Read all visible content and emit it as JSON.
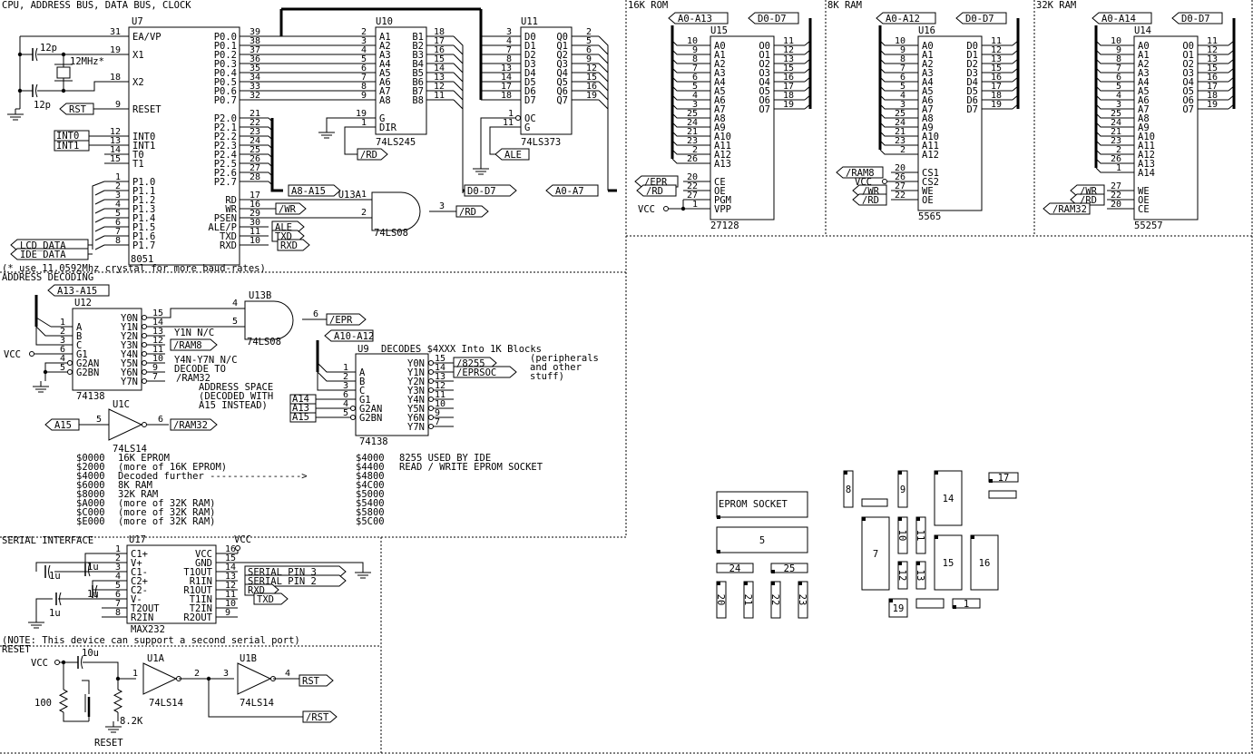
{
  "sections": {
    "cpu": "CPU, ADDRESS BUS, DATA BUS, CLOCK",
    "rom16": "16K ROM",
    "ram8": "8K RAM",
    "ram32": "32K RAM",
    "addr": "ADDRESS DECODING",
    "serial": "SERIAL INTERFACE",
    "reset": "RESET"
  },
  "u7": {
    "ref": "U7",
    "part": "8051",
    "left_pins": [
      {
        "num": "31",
        "name": "EA/VP"
      },
      {
        "num": "19",
        "name": "X1"
      },
      {
        "num": "18",
        "name": "X2"
      },
      {
        "num": "9",
        "name": "RESET"
      },
      {
        "num": "12",
        "name": "INT0"
      },
      {
        "num": "13",
        "name": "INT1"
      },
      {
        "num": "14",
        "name": "T0"
      },
      {
        "num": "15",
        "name": "T1"
      },
      {
        "num": "1",
        "name": "P1.0"
      },
      {
        "num": "2",
        "name": "P1.1"
      },
      {
        "num": "3",
        "name": "P1.2"
      },
      {
        "num": "4",
        "name": "P1.3"
      },
      {
        "num": "5",
        "name": "P1.4"
      },
      {
        "num": "6",
        "name": "P1.5"
      },
      {
        "num": "7",
        "name": "P1.6"
      },
      {
        "num": "8",
        "name": "P1.7"
      }
    ],
    "right_pins": [
      {
        "num": "39",
        "name": "P0.0"
      },
      {
        "num": "38",
        "name": "P0.1"
      },
      {
        "num": "37",
        "name": "P0.2"
      },
      {
        "num": "36",
        "name": "P0.3"
      },
      {
        "num": "35",
        "name": "P0.4"
      },
      {
        "num": "34",
        "name": "P0.5"
      },
      {
        "num": "33",
        "name": "P0.6"
      },
      {
        "num": "32",
        "name": "P0.7"
      },
      {
        "num": "21",
        "name": "P2.0"
      },
      {
        "num": "22",
        "name": "P2.1"
      },
      {
        "num": "23",
        "name": "P2.2"
      },
      {
        "num": "24",
        "name": "P2.3"
      },
      {
        "num": "25",
        "name": "P2.4"
      },
      {
        "num": "26",
        "name": "P2.5"
      },
      {
        "num": "27",
        "name": "P2.6"
      },
      {
        "num": "28",
        "name": "P2.7"
      },
      {
        "num": "17",
        "name": "RD"
      },
      {
        "num": "16",
        "name": "WR"
      },
      {
        "num": "29",
        "name": "PSEN"
      },
      {
        "num": "30",
        "name": "ALE/P"
      },
      {
        "num": "11",
        "name": "TXD"
      },
      {
        "num": "10",
        "name": "RXD"
      }
    ]
  },
  "crystal": {
    "label": "12MHz*",
    "cap1": "12p",
    "cap2": "12p",
    "note": "(* use 11.0592Mhz crystal for more baud-rates)"
  },
  "u10": {
    "ref": "U10",
    "part": "74LS245",
    "a_nums": [
      "2",
      "3",
      "4",
      "5",
      "6",
      "7",
      "8",
      "9"
    ],
    "a_names": [
      "A1",
      "A2",
      "A3",
      "A4",
      "A5",
      "A6",
      "A7",
      "A8"
    ],
    "b_names": [
      "B1",
      "B2",
      "B3",
      "B4",
      "B5",
      "B6",
      "B7",
      "B8"
    ],
    "b_nums": [
      "18",
      "17",
      "16",
      "15",
      "14",
      "13",
      "12",
      "11"
    ],
    "g": {
      "num": "19",
      "name": "G"
    },
    "dir": {
      "num": "1",
      "name": "DIR"
    }
  },
  "u11": {
    "ref": "U11",
    "part": "74LS373",
    "d_nums": [
      "3",
      "4",
      "7",
      "8",
      "13",
      "14",
      "17",
      "18"
    ],
    "d_names": [
      "D0",
      "D1",
      "D2",
      "D3",
      "D4",
      "D5",
      "D6",
      "D7"
    ],
    "q_names": [
      "Q0",
      "Q1",
      "Q2",
      "Q3",
      "Q4",
      "Q5",
      "Q6",
      "Q7"
    ],
    "q_nums": [
      "2",
      "5",
      "6",
      "9",
      "12",
      "15",
      "16",
      "19"
    ],
    "oc": {
      "num": "1",
      "name": "OC"
    },
    "g": {
      "num": "11",
      "name": "G"
    }
  },
  "u13a": {
    "ref": "U13A",
    "part": "74LS08",
    "in1": "1",
    "in2": "2",
    "out": "3"
  },
  "u13b": {
    "ref": "U13B",
    "part": "74LS08",
    "in1": "4",
    "in2": "5",
    "out": "6"
  },
  "u1c": {
    "ref": "U1C",
    "part": "74LS14",
    "in": "5",
    "out": "6"
  },
  "u1a": {
    "ref": "U1A",
    "part": "74LS14",
    "in": "1",
    "out": "2"
  },
  "u1b": {
    "ref": "U1B",
    "part": "74LS14",
    "in": "3",
    "out": "4"
  },
  "labels": {
    "rst": "RST",
    "nrst": "/RST",
    "int0": "INT0",
    "int1": "INT1",
    "lcd": "LCD_DATA",
    "ide": "IDE_DATA",
    "a8a15": "A8-A15",
    "d0d7": "D0-D7",
    "a0a7": "A0-A7",
    "rd": "/RD",
    "wr": "/WR",
    "ale": "ALE",
    "txd": "TXD",
    "rxd": "RXD",
    "a0a13": "A0-A13",
    "a0a12": "A0-A12",
    "a0a14": "A0-A14",
    "epr": "/EPR",
    "ram8": "/RAM8",
    "ram32": "/RAM32",
    "vcc": "VCC",
    "a13a15": "A13-A15",
    "a10a12": "A10-A12",
    "a15": "A15",
    "a14": "A14",
    "a13": "A13",
    "s8255": "/8255",
    "eprsoc": "/EPRSOC",
    "serial3": "SERIAL PIN 3",
    "serial2": "SERIAL PIN 2"
  },
  "u15": {
    "ref": "U15",
    "part": "27128",
    "a_nums": [
      "10",
      "9",
      "8",
      "7",
      "6",
      "5",
      "4",
      "3",
      "25",
      "24",
      "21",
      "23",
      "2",
      "26"
    ],
    "a_names": [
      "A0",
      "A1",
      "A2",
      "A3",
      "A4",
      "A5",
      "A6",
      "A7",
      "A8",
      "A9",
      "A10",
      "A11",
      "A12",
      "A13"
    ],
    "o_names": [
      "O0",
      "O1",
      "O2",
      "O3",
      "O4",
      "O5",
      "O6",
      "O7"
    ],
    "o_nums": [
      "11",
      "12",
      "13",
      "15",
      "16",
      "17",
      "18",
      "19"
    ],
    "ctrl_nums": [
      "20",
      "22",
      "27",
      "1"
    ],
    "ctrl_names": [
      "CE",
      "OE",
      "PGM",
      "VPP"
    ]
  },
  "u16": {
    "ref": "U16",
    "part": "5565",
    "a_nums": [
      "10",
      "9",
      "8",
      "7",
      "6",
      "5",
      "4",
      "3",
      "25",
      "24",
      "21",
      "23",
      "2"
    ],
    "a_names": [
      "A0",
      "A1",
      "A2",
      "A3",
      "A4",
      "A5",
      "A6",
      "A7",
      "A8",
      "A9",
      "A10",
      "A11",
      "A12"
    ],
    "o_names": [
      "D0",
      "D1",
      "D2",
      "D3",
      "D4",
      "D5",
      "D6",
      "D7"
    ],
    "o_nums": [
      "11",
      "12",
      "13",
      "15",
      "16",
      "17",
      "18",
      "19"
    ],
    "ctrl_nums": [
      "20",
      "26",
      "27",
      "22"
    ],
    "ctrl_names": [
      "CS1",
      "CS2",
      "WE",
      "OE"
    ]
  },
  "u14": {
    "ref": "U14",
    "part": "55257",
    "a_nums": [
      "10",
      "9",
      "8",
      "7",
      "6",
      "5",
      "4",
      "3",
      "25",
      "24",
      "21",
      "23",
      "2",
      "26",
      "1"
    ],
    "a_names": [
      "A0",
      "A1",
      "A2",
      "A3",
      "A4",
      "A5",
      "A6",
      "A7",
      "A8",
      "A9",
      "A10",
      "A11",
      "A12",
      "A13",
      "A14"
    ],
    "o_names": [
      "O0",
      "O1",
      "O2",
      "O3",
      "O4",
      "O5",
      "O6",
      "O7"
    ],
    "o_nums": [
      "11",
      "12",
      "13",
      "15",
      "16",
      "17",
      "18",
      "19"
    ],
    "ctrl_nums": [
      "27",
      "22",
      "20"
    ],
    "ctrl_names": [
      "WE",
      "OE",
      "CE"
    ]
  },
  "u12": {
    "ref": "U12",
    "part": "74138",
    "in_nums": [
      "1",
      "2",
      "3",
      "6",
      "4",
      "5"
    ],
    "in_names": [
      "A",
      "B",
      "C",
      "G1",
      "G2AN",
      "G2BN"
    ],
    "out_names": [
      "Y0N",
      "Y1N",
      "Y2N",
      "Y3N",
      "Y4N",
      "Y5N",
      "Y6N",
      "Y7N"
    ],
    "out_nums": [
      "15",
      "14",
      "13",
      "12",
      "11",
      "10",
      "9",
      "7"
    ],
    "notes": [
      "Y1N N/C",
      "Y4N-Y7N N/C",
      "DECODE TO",
      "ADDRESS SPACE",
      "(DECODED WITH",
      "A15 INSTEAD)"
    ]
  },
  "u9": {
    "ref": "U9",
    "part": "74138",
    "title": "DECODES $4XXX Into 1K Blocks",
    "side_note": [
      "(peripherals",
      "and other",
      "stuff)"
    ],
    "in_nums": [
      "1",
      "2",
      "3",
      "6",
      "4",
      "5"
    ],
    "in_names": [
      "A",
      "B",
      "C",
      "G1",
      "G2AN",
      "G2BN"
    ],
    "out_names": [
      "Y0N",
      "Y1N",
      "Y2N",
      "Y3N",
      "Y4N",
      "Y5N",
      "Y6N",
      "Y7N"
    ],
    "out_nums": [
      "15",
      "14",
      "13",
      "12",
      "11",
      "10",
      "9",
      "7"
    ]
  },
  "memmap": {
    "left": [
      {
        "addr": "$0000",
        "desc": "16K EPROM"
      },
      {
        "addr": "$2000",
        "desc": "(more of 16K EPROM)"
      },
      {
        "addr": "$4000",
        "desc": "Decoded further ---------------->"
      },
      {
        "addr": "$6000",
        "desc": "8K RAM"
      },
      {
        "addr": "$8000",
        "desc": "32K RAM"
      },
      {
        "addr": "$A000",
        "desc": "(more of 32K RAM)"
      },
      {
        "addr": "$C000",
        "desc": "(more of 32K RAM)"
      },
      {
        "addr": "$E000",
        "desc": "(more of 32K RAM)"
      }
    ],
    "right": [
      {
        "addr": "$4000",
        "desc": "8255 USED BY IDE"
      },
      {
        "addr": "$4400",
        "desc": "READ / WRITE EPROM SOCKET"
      },
      {
        "addr": "$4800",
        "desc": ""
      },
      {
        "addr": "$4C00",
        "desc": ""
      },
      {
        "addr": "$5000",
        "desc": ""
      },
      {
        "addr": "$5400",
        "desc": ""
      },
      {
        "addr": "$5800",
        "desc": ""
      },
      {
        "addr": "$5C00",
        "desc": ""
      }
    ]
  },
  "u17": {
    "ref": "U17",
    "part": "MAX232",
    "left_nums": [
      "1",
      "2",
      "3",
      "4",
      "5",
      "6",
      "7",
      "8"
    ],
    "left_names": [
      "C1+",
      "V+",
      "C1-",
      "C2+",
      "C2-",
      "V-",
      "T2OUT",
      "R2IN"
    ],
    "right_names": [
      "VCC",
      "GND",
      "T1OUT",
      "R1IN",
      "R1OUT",
      "T1IN",
      "T2IN",
      "R2OUT"
    ],
    "right_nums": [
      "16",
      "15",
      "14",
      "13",
      "12",
      "11",
      "10",
      "9"
    ],
    "caps": [
      "1u",
      "1u",
      "1u",
      "1u"
    ],
    "note": "(NOTE: This device can support a second serial port)"
  },
  "reset": {
    "cap": "10u",
    "res1": "100",
    "res2": "8.2K",
    "switch": "RESET"
  },
  "layout": {
    "eprom_socket": "EPROM SOCKET",
    "parts": [
      "8",
      "9",
      "14",
      "17",
      "7",
      "10",
      "11",
      "15",
      "16",
      "5",
      "24",
      "25",
      "12",
      "13",
      "20",
      "21",
      "22",
      "23",
      "19",
      "1"
    ]
  }
}
